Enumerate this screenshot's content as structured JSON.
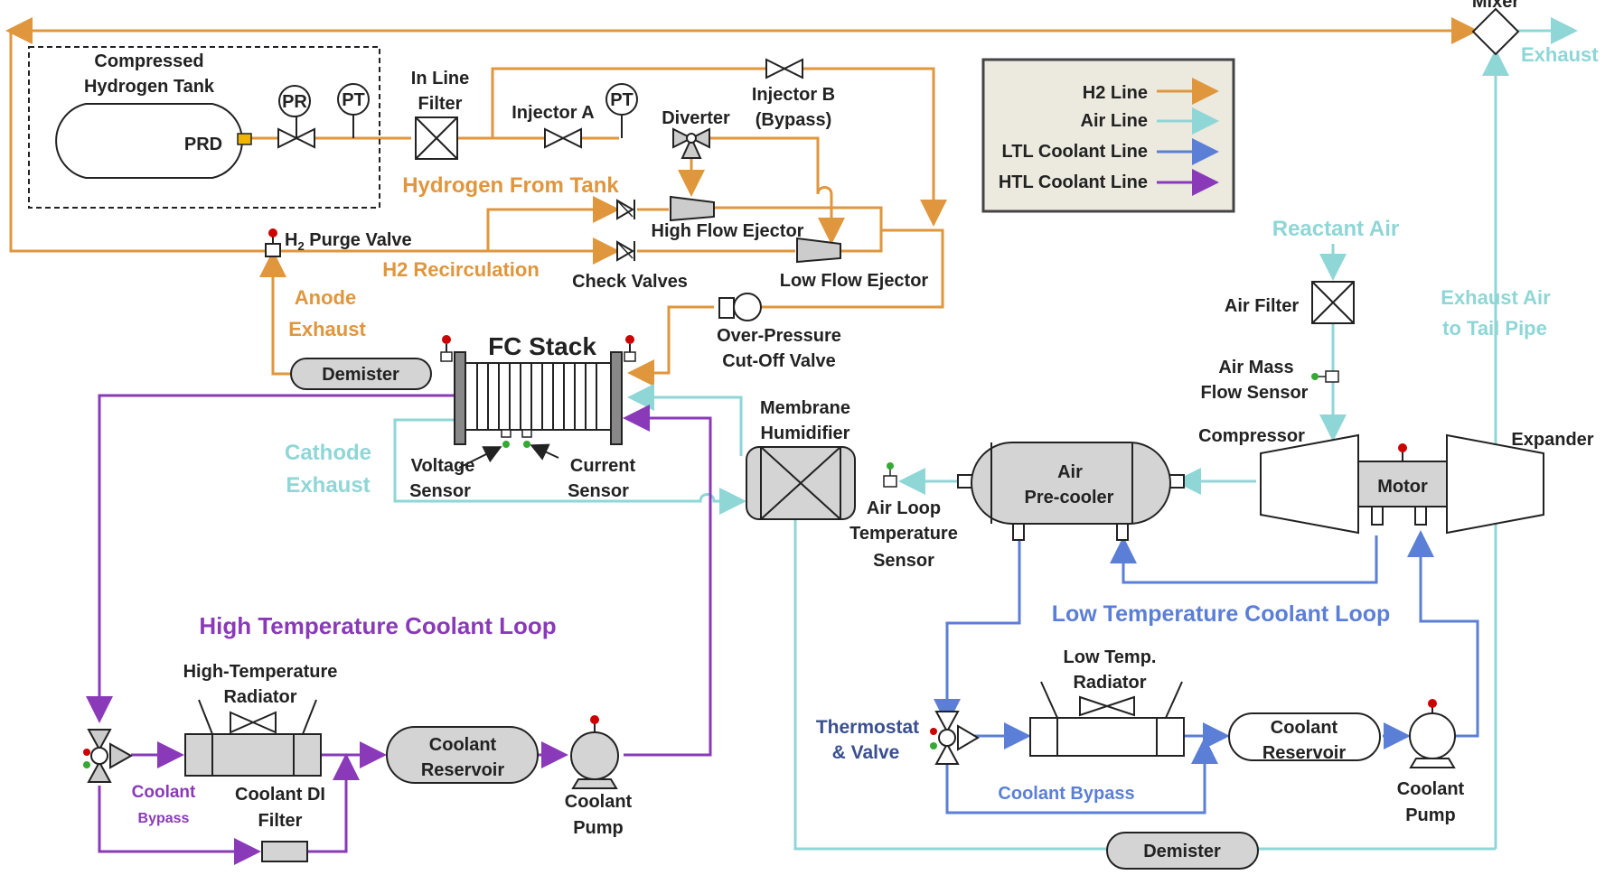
{
  "labels": {
    "mixer": "Mixer",
    "exhaust": "Exhaust",
    "tank_line1": "Compressed",
    "tank_line2": "Hydrogen Tank",
    "prd": "PRD",
    "pr": "PR",
    "pt": "PT",
    "pt2": "PT",
    "inline_filter1": "In Line",
    "inline_filter2": "Filter",
    "injector_a": "Injector A",
    "diverter": "Diverter",
    "injector_b1": "Injector  B",
    "injector_b2": "(Bypass)",
    "hydrogen_from_tank": "Hydrogen From Tank",
    "h2_purge_pre": "H",
    "h2_purge_sub": "2",
    "h2_purge_post": " Purge Valve",
    "h2_recirculation": "H2 Recirculation",
    "check_valves": "Check Valves",
    "high_flow_ejector": "High Flow Ejector",
    "low_flow_ejector": "Low Flow Ejector",
    "anode_exhaust1": "Anode",
    "anode_exhaust2": "Exhaust",
    "over_pressure1": "Over-Pressure",
    "over_pressure2": "Cut-Off Valve",
    "fc_stack": "FC Stack",
    "demister_top": "Demister",
    "cathode_exhaust1": "Cathode",
    "cathode_exhaust2": "Exhaust",
    "voltage_sensor1": "Voltage",
    "voltage_sensor2": "Sensor",
    "current_sensor1": "Current",
    "current_sensor2": "Sensor",
    "membrane1": "Membrane",
    "membrane2": "Humidifier",
    "air_loop_temp1": "Air Loop",
    "air_loop_temp2": "Temperature",
    "air_loop_temp3": "Sensor",
    "air_precooler1": "Air",
    "air_precooler2": "Pre-cooler",
    "compressor": "Compressor",
    "motor": "Motor",
    "expander": "Expander",
    "reactant_air": "Reactant Air",
    "air_filter": "Air Filter",
    "air_mass1": "Air Mass",
    "air_mass2": "Flow Sensor",
    "exhaust_air1": "Exhaust Air",
    "exhaust_air2": "to Tail Pipe",
    "htl_loop": "High Temperature Coolant Loop",
    "ht_radiator1": "High-Temperature",
    "ht_radiator2": "Radiator",
    "coolant_bypass_ht1": "Coolant",
    "coolant_bypass_ht2": "Bypass",
    "coolant_di1": "Coolant DI",
    "coolant_di2": "Filter",
    "coolant_res_ht1": "Coolant",
    "coolant_res_ht2": "Reservoir",
    "coolant_pump_ht1": "Coolant",
    "coolant_pump_ht2": "Pump",
    "ltl_loop": "Low Temperature Coolant Loop",
    "lt_radiator1": "Low Temp.",
    "lt_radiator2": "Radiator",
    "thermostat1": "Thermostat",
    "thermostat2": "& Valve",
    "coolant_bypass_lt": "Coolant Bypass",
    "coolant_res_lt1": "Coolant",
    "coolant_res_lt2": "Reservoir",
    "coolant_pump_lt1": "Coolant",
    "coolant_pump_lt2": "Pump",
    "demister_bottom": "Demister"
  },
  "legend": {
    "items": [
      {
        "label": "H2 Line",
        "color": "#e0963c"
      },
      {
        "label": "Air Line",
        "color": "#8fd6d6"
      },
      {
        "label": "LTL Coolant Line",
        "color": "#5b7fd6"
      },
      {
        "label": "HTL Coolant Line",
        "color": "#8a3ab9"
      }
    ]
  },
  "colors": {
    "h2": "#e0963c",
    "air": "#8fd6d6",
    "ltl": "#5b7fd6",
    "htl": "#8a3ab9",
    "component_fill": "#d4d4d4",
    "legend_bg": "#ece9df"
  }
}
